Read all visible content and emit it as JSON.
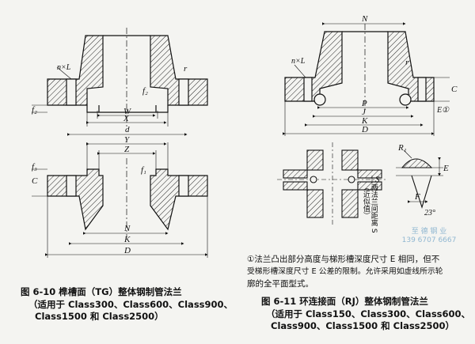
{
  "figure_6_10": {
    "caption_line1": "图 6-10   榫槽面（TG）整体钢制管法兰",
    "caption_line2": "（适用于 Class300、Class600、Class900、",
    "caption_line3": "Class1500 和 Class2500）",
    "dims": {
      "nxL": "n×L",
      "r": "r",
      "f2": "f₂",
      "f2b": "f₂",
      "W": "W",
      "X": "X",
      "d": "d",
      "Y": "Y",
      "Z": "Z",
      "C": "C",
      "f3": "f₃",
      "f1": "f₁",
      "N": "N",
      "K": "K",
      "D": "D"
    }
  },
  "figure_6_11": {
    "caption_line1": "图 6-11   环连接面（RJ）整体钢制管法兰",
    "caption_line2": "（适用于 Class150、Class300、Class600、",
    "caption_line3": "Class900、Class1500 和 Class2500）",
    "dims": {
      "N": "N",
      "nxL": "n×L",
      "r": "r",
      "C": "C",
      "E1": "E①",
      "P": "P",
      "J": "J",
      "K": "K",
      "D": "D",
      "R1": "R₁",
      "E": "E",
      "F": "F",
      "angle": "23°",
      "S": "S"
    },
    "vertical_label": "两法兰间距离 S（近似值）",
    "note_line1": "①法兰凸出部分高度与梯形槽深度尺寸 E 相同，但不",
    "note_line2": "受梯形槽深度尺寸 E 公差的限制。允许采用如虚线所示轮",
    "note_line3": "廓的全平面型式。"
  },
  "watermark": {
    "line1": "至 德 钢 业",
    "line2": "139 6707 6667"
  },
  "colors": {
    "hatch": "#222222",
    "watermark": "#6fa3c7"
  }
}
